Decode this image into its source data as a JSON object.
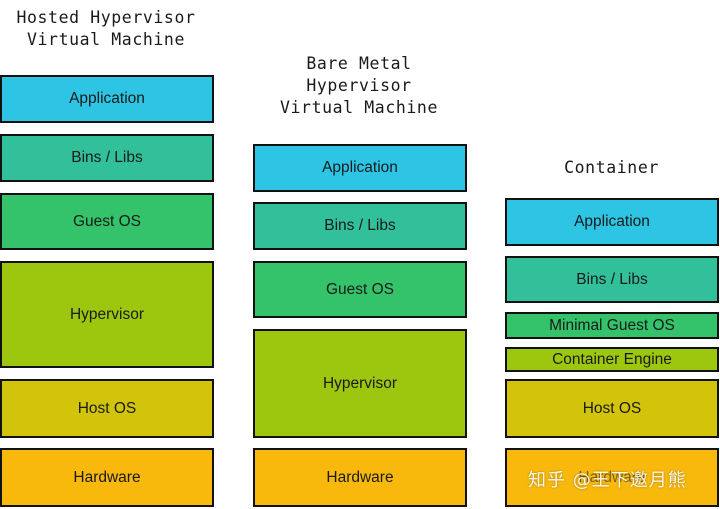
{
  "columns": {
    "hosted": {
      "title": "Hosted Hypervisor\nVirtual Machine",
      "layers": [
        "Application",
        "Bins / Libs",
        "Guest OS",
        "Hypervisor",
        "Host OS",
        "Hardware"
      ]
    },
    "bare_metal": {
      "title": "Bare Metal\nHypervisor\nVirtual Machine",
      "layers": [
        "Application",
        "Bins / Libs",
        "Guest OS",
        "Hypervisor",
        "Hardware"
      ]
    },
    "container": {
      "title": "Container",
      "layers": [
        "Application",
        "Bins / Libs",
        "Minimal Guest OS",
        "Container Engine",
        "Host OS",
        "Hardware"
      ]
    }
  },
  "colors": {
    "application": "#2ec4e3",
    "bins_libs": "#31c09a",
    "guest_os": "#34c36a",
    "hypervisor": "#9dc70f",
    "host_os": "#d2c40b",
    "hardware": "#f8b90c"
  },
  "watermark": "知乎 @王下邀月熊"
}
